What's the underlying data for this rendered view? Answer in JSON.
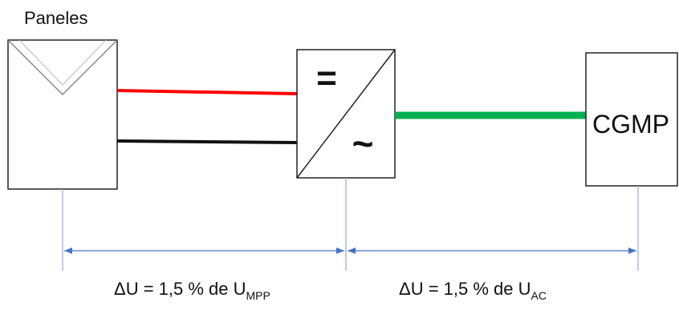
{
  "panels": {
    "label": "Paneles"
  },
  "inverter": {
    "dc_symbol": "=",
    "ac_symbol": "~"
  },
  "grid_box": {
    "label": "CGMP"
  },
  "drops": [
    {
      "prefix": "ΔU = 1,5 % de U",
      "subscript": "MPP"
    },
    {
      "prefix": "ΔU = 1,5 % de U",
      "subscript": "AC"
    }
  ],
  "colors": {
    "dc_positive": "#ff0000",
    "dc_negative": "#111111",
    "ac_line": "#00b050",
    "dimension_line": "#4472c4",
    "guide_line": "#8faadc",
    "outline": "#222222"
  }
}
